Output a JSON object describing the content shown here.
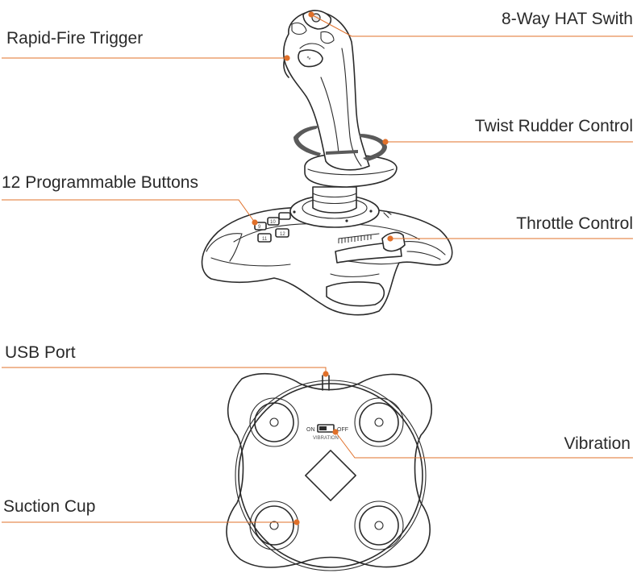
{
  "colors": {
    "accent": "#e0702a",
    "ink": "#2b2b2b",
    "label": "#2a2a2a"
  },
  "callouts": {
    "hat_switch": "8-Way HAT Swith",
    "rapid_fire": "Rapid-Fire Trigger",
    "twist_rudder": "Twist Rudder Control",
    "programmable_buttons": "12 Programmable Buttons",
    "throttle": "Throttle Control",
    "usb_port": "USB Port",
    "vibration": "Vibration",
    "suction_cup": "Suction Cup"
  },
  "device_markings": {
    "switch_on": "ON",
    "switch_off": "OFF",
    "switch_caption": "VIBRATION",
    "trigger_mark": "∿",
    "base_buttons": [
      "9",
      "10",
      "11",
      "12"
    ]
  }
}
